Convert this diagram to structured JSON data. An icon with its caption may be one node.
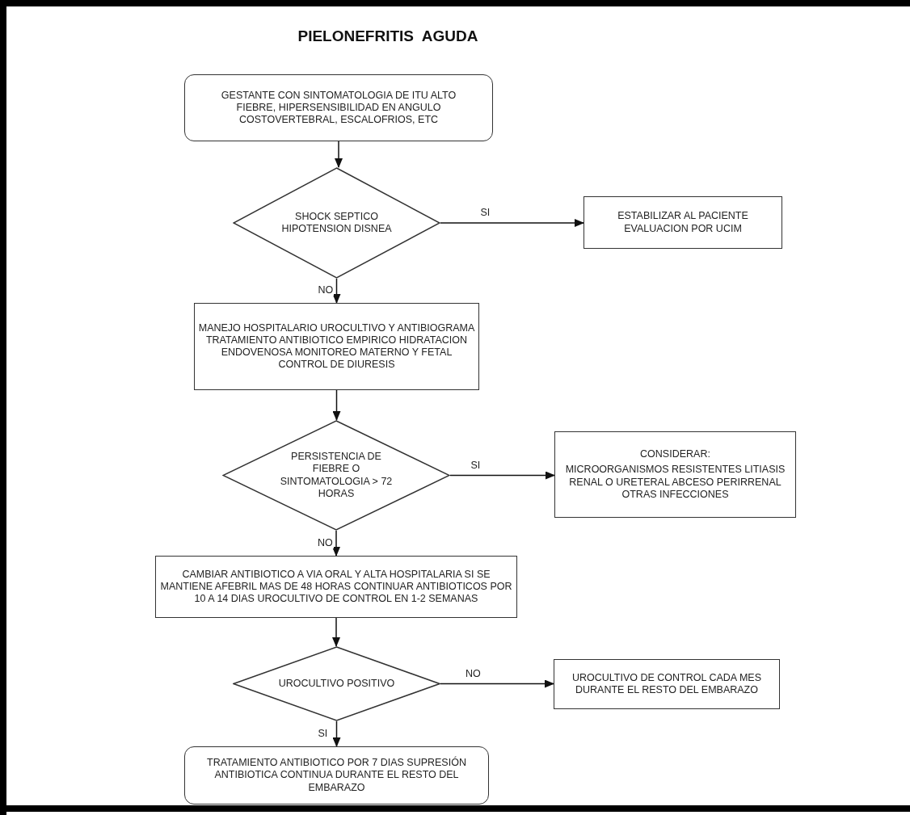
{
  "diagram": {
    "title": "PIELONEFRITIS  AGUDA",
    "nodes": [
      {
        "text": [
          "GESTANTE CON SINTOMATOLOGIA DE ITU ALTO  FIEBRE, HIPERSENSIBILIDAD EN ANGULO  COSTOVERTEBRAL, ESCALOFRIOS, ETC"
        ]
      },
      {
        "text": [
          "SHOCK SEPTICO HIPOTENSION DISNEA"
        ]
      },
      {
        "text": [
          "ESTABILIZAR AL PACIENTE EVALUACION POR UCIM"
        ]
      },
      {
        "text": [
          "MANEJO HOSPITALARIO UROCULTIVO Y ANTIBIOGRAMA TRATAMIENTO ANTIBIOTICO EMPIRICO HIDRATACION ENDOVENOSA MONITOREO MATERNO Y FETAL CONTROL DE DIURESIS"
        ]
      },
      {
        "text": [
          "PERSISTENCIA DE FIEBRE O SINTOMATOLOGIA > 72 HORAS"
        ]
      },
      {
        "text": [
          "CONSIDERAR:",
          "MICROORGANISMOS RESISTENTES LITIASIS RENAL O URETERAL ABCESO PERIRRENAL OTRAS INFECCIONES"
        ]
      },
      {
        "text": [
          "CAMBIAR ANTIBIOTICO A VIA ORAL Y ALTA HOSPITALARIA SI SE MANTIENE AFEBRIL MAS DE 48 HORAS CONTINUAR ANTIBIOTICOS POR 10 A 14 DIAS  UROCULTIVO DE CONTROL EN 1-2 SEMANAS"
        ]
      },
      {
        "text": [
          "UROCULTIVO POSITIVO"
        ]
      },
      {
        "text": [
          "UROCULTIVO DE CONTROL CADA MES DURANTE EL RESTO DEL EMBARAZO"
        ]
      },
      {
        "text": [
          "TRATAMIENTO ANTIBIOTICO POR 7 DIAS SUPRESIÓN ANTIBIOTICA CONTINUA DURANTE EL RESTO DEL EMBARAZO"
        ]
      }
    ],
    "edges": [
      {
        "from": 0,
        "to": 1,
        "arrow": "to"
      },
      {
        "from": 1,
        "to": 2,
        "arrow": "to",
        "label": "SI"
      },
      {
        "from": 1,
        "to": 3,
        "arrow": "to",
        "label": "NO"
      },
      {
        "from": 3,
        "to": 4,
        "arrow": "to"
      },
      {
        "from": 4,
        "to": 5,
        "arrow": "to",
        "label": "SI"
      },
      {
        "from": 4,
        "to": 6,
        "arrow": "to",
        "label": "NO"
      },
      {
        "from": 6,
        "to": 7,
        "arrow": "to"
      },
      {
        "from": 7,
        "to": 8,
        "arrow": "to",
        "label": "NO"
      },
      {
        "from": 7,
        "to": 9,
        "arrow": "to",
        "label": "SI"
      }
    ]
  }
}
